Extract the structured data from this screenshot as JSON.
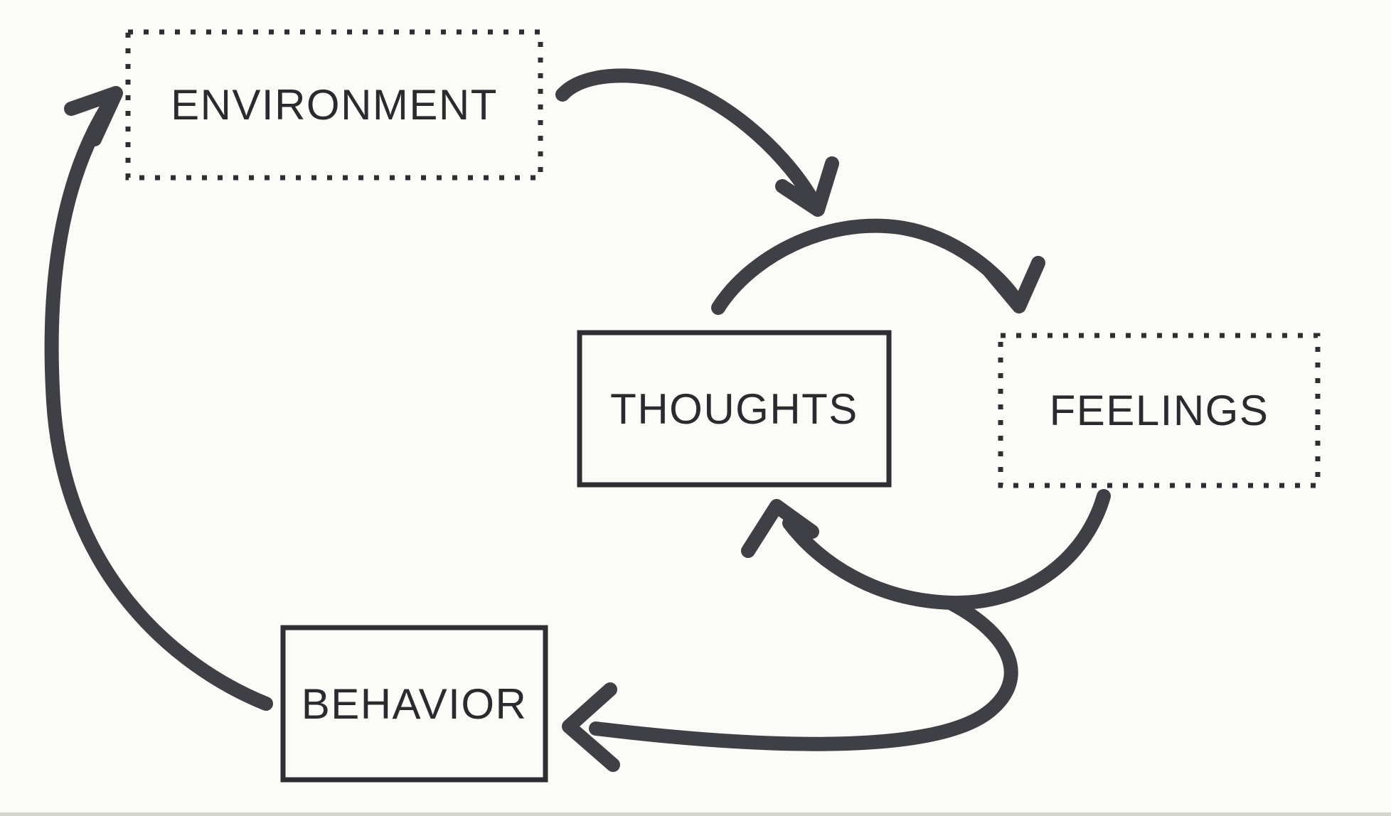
{
  "diagram": {
    "type": "cycle-diagram",
    "colors": {
      "background": "#fbfbf8",
      "ink": "#3f3f46",
      "box_border": "#2e2e33",
      "text": "#2b2b2f"
    },
    "nodes": [
      {
        "id": "environment",
        "label": "ENVIRONMENT",
        "border_style": "dotted"
      },
      {
        "id": "thoughts",
        "label": "THOUGHTS",
        "border_style": "solid"
      },
      {
        "id": "feelings",
        "label": "FEELINGS",
        "border_style": "dotted"
      },
      {
        "id": "behavior",
        "label": "BEHAVIOR",
        "border_style": "solid"
      }
    ],
    "edges": [
      {
        "from": "environment",
        "to": "thoughts",
        "style": "hand-drawn-arrow"
      },
      {
        "from": "thoughts",
        "to": "feelings",
        "style": "hand-drawn-arrow"
      },
      {
        "from": "feelings",
        "to": "thoughts",
        "style": "hand-drawn-arrow"
      },
      {
        "from": "feelings",
        "to": "behavior",
        "style": "hand-drawn-arrow"
      },
      {
        "from": "behavior",
        "to": "environment",
        "style": "hand-drawn-arrow"
      }
    ]
  }
}
